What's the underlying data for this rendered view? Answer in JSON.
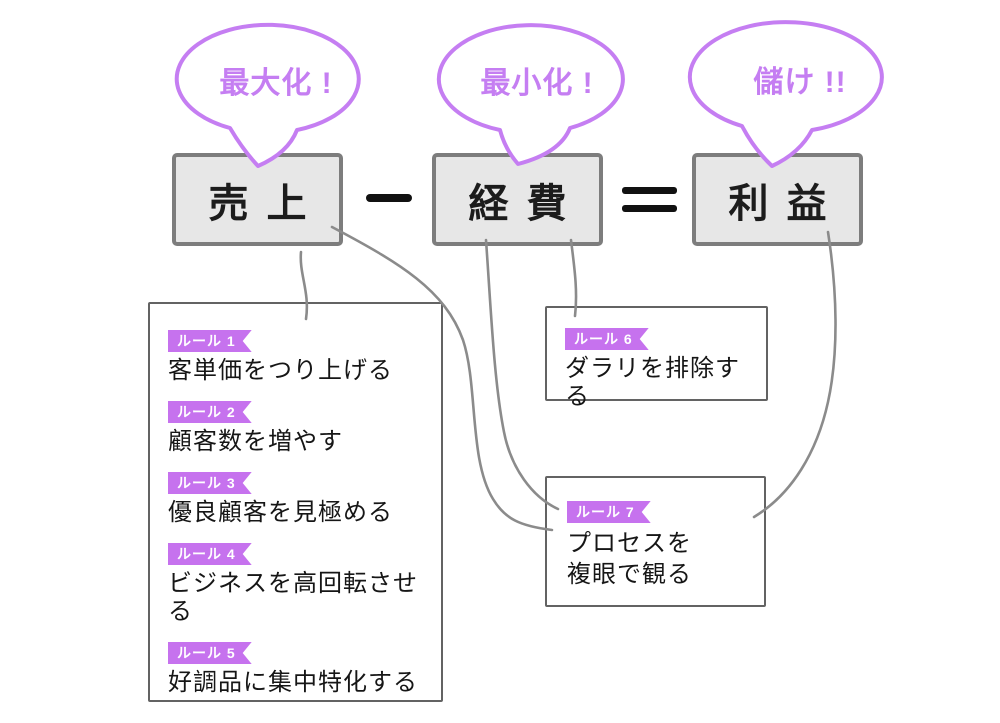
{
  "equation": {
    "sales_label": "売上",
    "expenses_label": "経費",
    "profit_label": "利益",
    "minus_operator": "−",
    "equals_operator": "＝"
  },
  "bubbles": {
    "maximize": "最大化 !",
    "minimize": "最小化 !",
    "profit": "儲け !!"
  },
  "rules": [
    {
      "number": "ルール 1",
      "text": "客単価をつり上げる"
    },
    {
      "number": "ルール 2",
      "text": "顧客数を増やす"
    },
    {
      "number": "ルール 3",
      "text": "優良顧客を見極める"
    },
    {
      "number": "ルール 4",
      "text": "ビジネスを高回転させる"
    },
    {
      "number": "ルール 5",
      "text": "好調品に集中特化する"
    },
    {
      "number": "ルール 6",
      "text": "ダラリを排除する"
    },
    {
      "number": "ルール 7",
      "lines": [
        "プロセスを",
        "複眼で観る"
      ]
    }
  ],
  "connections": [
    {
      "from": "sales-box",
      "to": "rules-1-5-box"
    },
    {
      "from": "sales-box",
      "to": "rule-7-box"
    },
    {
      "from": "expenses-box",
      "to": "rule-7-box"
    },
    {
      "from": "expenses-box",
      "to": "rule-6-box"
    },
    {
      "from": "profit-box",
      "to": "rule-7-box"
    }
  ],
  "colors": {
    "bubble_purple": "#c57ef2",
    "badge_purple": "#c672ee",
    "box_fill": "#e7e7e7",
    "box_border": "#7d7d7d",
    "connector_gray": "#8b8b8b",
    "text_black": "#1c1c1c"
  }
}
